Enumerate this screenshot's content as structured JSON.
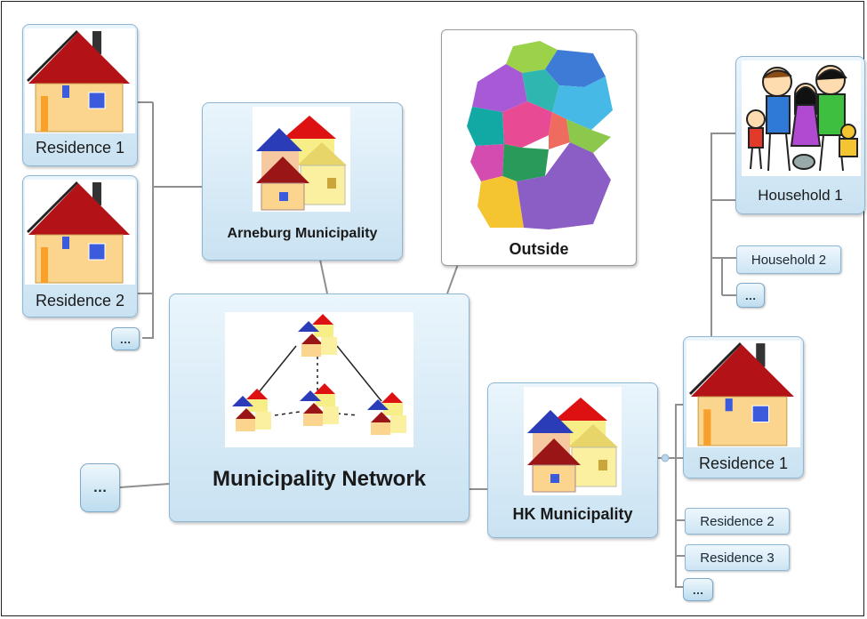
{
  "center": {
    "label": "Municipality Network"
  },
  "arneburg": {
    "label": "Arneburg Municipality"
  },
  "outside": {
    "label": "Outside"
  },
  "hk": {
    "label": "HK Municipality"
  },
  "left_residences": [
    {
      "label": "Residence 1"
    },
    {
      "label": "Residence 2"
    }
  ],
  "right_residence_main": {
    "label": "Residence 1"
  },
  "right_residences": [
    {
      "label": "Residence 2"
    },
    {
      "label": "Residence 3"
    }
  ],
  "households": [
    {
      "label": "Household 1"
    },
    {
      "label": "Household 2"
    }
  ],
  "more": "…",
  "colors": {
    "node_fill": "#cfe6f5",
    "node_border": "#8fb7d3",
    "connector": "#8a8a8a"
  }
}
